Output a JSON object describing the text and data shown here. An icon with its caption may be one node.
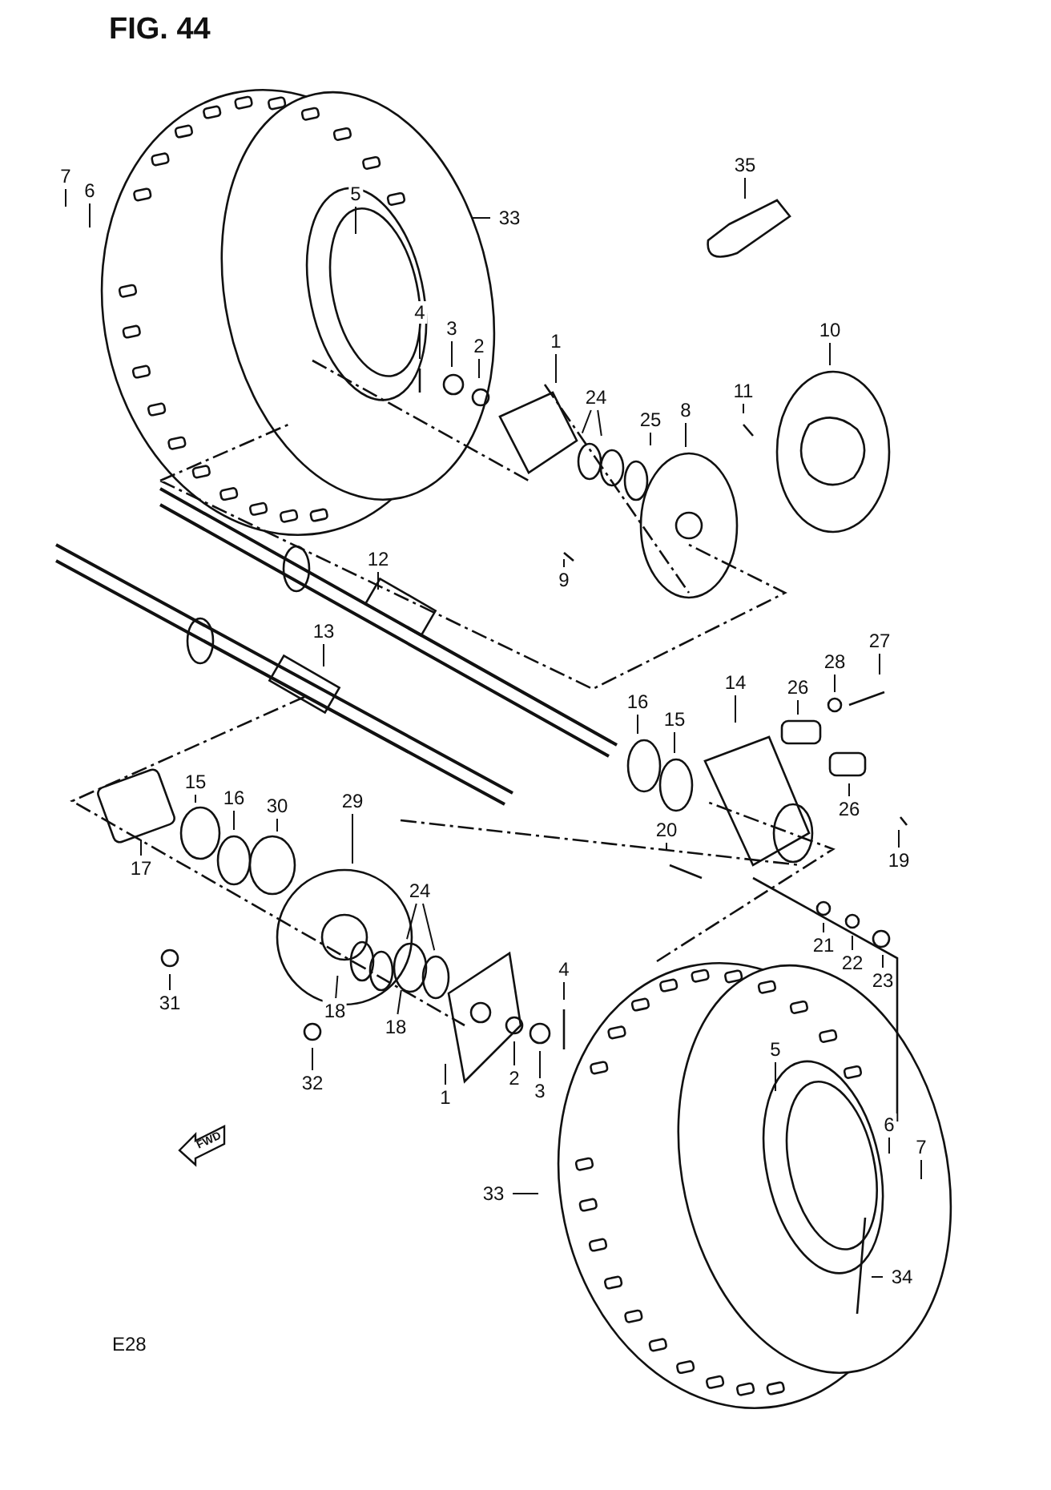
{
  "diagram": {
    "title": "FIG. 44",
    "nodes": [
      {
        "text": [
          "7"
        ]
      },
      {
        "text": [
          "6"
        ]
      },
      {
        "text": [
          "5"
        ]
      },
      {
        "text": [
          "33"
        ]
      },
      {
        "text": [
          "35"
        ]
      },
      {
        "text": [
          "4"
        ]
      },
      {
        "text": [
          "3"
        ]
      },
      {
        "text": [
          "2"
        ]
      },
      {
        "text": [
          "1"
        ]
      },
      {
        "text": [
          "24"
        ]
      },
      {
        "text": [
          "25"
        ]
      },
      {
        "text": [
          "8"
        ]
      },
      {
        "text": [
          "11"
        ]
      },
      {
        "text": [
          "10"
        ]
      },
      {
        "text": [
          "9"
        ]
      },
      {
        "text": [
          "12"
        ]
      },
      {
        "text": [
          "13"
        ]
      },
      {
        "text": [
          "27"
        ]
      },
      {
        "text": [
          "28"
        ]
      },
      {
        "text": [
          "14"
        ]
      },
      {
        "text": [
          "26"
        ]
      },
      {
        "text": [
          "16"
        ]
      },
      {
        "text": [
          "15"
        ]
      },
      {
        "text": [
          "26"
        ]
      },
      {
        "text": [
          "19"
        ]
      },
      {
        "text": [
          "20"
        ]
      },
      {
        "text": [
          "15"
        ]
      },
      {
        "text": [
          "16"
        ]
      },
      {
        "text": [
          "30"
        ]
      },
      {
        "text": [
          "29"
        ]
      },
      {
        "text": [
          "17"
        ]
      },
      {
        "text": [
          "24"
        ]
      },
      {
        "text": [
          "31"
        ]
      },
      {
        "text": [
          "18"
        ]
      },
      {
        "text": [
          "18"
        ]
      },
      {
        "text": [
          "21"
        ]
      },
      {
        "text": [
          "22"
        ]
      },
      {
        "text": [
          "23"
        ]
      },
      {
        "text": [
          "4"
        ]
      },
      {
        "text": [
          "32"
        ]
      },
      {
        "text": [
          "2"
        ]
      },
      {
        "text": [
          "3"
        ]
      },
      {
        "text": [
          "1"
        ]
      },
      {
        "text": [
          "5"
        ]
      },
      {
        "text": [
          "33"
        ]
      },
      {
        "text": [
          "6"
        ]
      },
      {
        "text": [
          "7"
        ]
      },
      {
        "text": [
          "34"
        ]
      }
    ],
    "edges": [
      {
        "from": 0,
        "to": null,
        "arrow": "none"
      },
      {
        "from": 1,
        "to": null,
        "arrow": "none"
      },
      {
        "from": 2,
        "to": null,
        "arrow": "none"
      },
      {
        "from": 3,
        "to": null,
        "arrow": "none"
      },
      {
        "from": 4,
        "to": null,
        "arrow": "none"
      },
      {
        "from": 5,
        "to": null,
        "arrow": "none"
      },
      {
        "from": 6,
        "to": null,
        "arrow": "none"
      },
      {
        "from": 7,
        "to": null,
        "arrow": "none"
      },
      {
        "from": 8,
        "to": null,
        "arrow": "none"
      },
      {
        "from": 9,
        "to": null,
        "arrow": "none"
      },
      {
        "from": 9,
        "to": null,
        "arrow": "none"
      },
      {
        "from": 10,
        "to": null,
        "arrow": "none"
      },
      {
        "from": 11,
        "to": null,
        "arrow": "none"
      },
      {
        "from": 12,
        "to": null,
        "arrow": "none"
      },
      {
        "from": 13,
        "to": null,
        "arrow": "none"
      },
      {
        "from": 14,
        "to": null,
        "arrow": "none"
      },
      {
        "from": 15,
        "to": null,
        "arrow": "none"
      },
      {
        "from": 16,
        "to": null,
        "arrow": "none"
      },
      {
        "from": 17,
        "to": null,
        "arrow": "none"
      },
      {
        "from": 18,
        "to": null,
        "arrow": "none"
      },
      {
        "from": 19,
        "to": null,
        "arrow": "none"
      },
      {
        "from": 20,
        "to": null,
        "arrow": "none"
      },
      {
        "from": 21,
        "to": null,
        "arrow": "none"
      },
      {
        "from": 22,
        "to": null,
        "arrow": "none"
      },
      {
        "from": 23,
        "to": null,
        "arrow": "none"
      },
      {
        "from": 24,
        "to": null,
        "arrow": "none"
      },
      {
        "from": 25,
        "to": null,
        "arrow": "none"
      },
      {
        "from": 26,
        "to": null,
        "arrow": "none"
      },
      {
        "from": 27,
        "to": null,
        "arrow": "none"
      },
      {
        "from": 28,
        "to": null,
        "arrow": "none"
      },
      {
        "from": 29,
        "to": null,
        "arrow": "none"
      },
      {
        "from": 30,
        "to": null,
        "arrow": "none"
      },
      {
        "from": 31,
        "to": null,
        "arrow": "none"
      },
      {
        "from": 31,
        "to": null,
        "arrow": "none"
      },
      {
        "from": 32,
        "to": null,
        "arrow": "none"
      },
      {
        "from": 33,
        "to": null,
        "arrow": "none"
      },
      {
        "from": 34,
        "to": null,
        "arrow": "none"
      },
      {
        "from": 35,
        "to": null,
        "arrow": "none"
      },
      {
        "from": 36,
        "to": null,
        "arrow": "none"
      },
      {
        "from": 37,
        "to": null,
        "arrow": "none"
      },
      {
        "from": 38,
        "to": null,
        "arrow": "none"
      },
      {
        "from": 39,
        "to": null,
        "arrow": "none"
      },
      {
        "from": 40,
        "to": null,
        "arrow": "none"
      },
      {
        "from": 41,
        "to": null,
        "arrow": "none"
      },
      {
        "from": 42,
        "to": null,
        "arrow": "none"
      },
      {
        "from": 43,
        "to": null,
        "arrow": "none"
      },
      {
        "from": 44,
        "to": null,
        "arrow": "none"
      },
      {
        "from": 45,
        "to": null,
        "arrow": "none"
      },
      {
        "from": 46,
        "to": null,
        "arrow": "none"
      },
      {
        "from": 47,
        "to": null,
        "arrow": "none"
      }
    ],
    "labels": [
      "FWD",
      "E28"
    ]
  }
}
